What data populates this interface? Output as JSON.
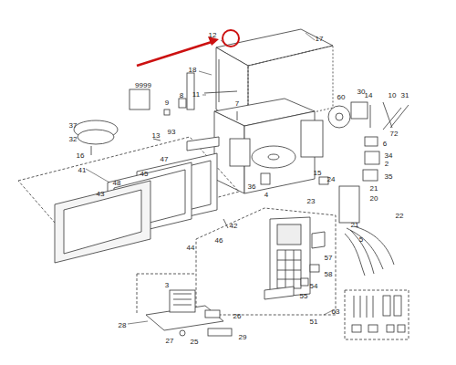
{
  "diagram": {
    "labels": [
      "12",
      "17",
      "18",
      "9999",
      "11",
      "7",
      "8",
      "9",
      "60",
      "14",
      "10",
      "31",
      "30",
      "37",
      "13",
      "93",
      "32",
      "16",
      "72",
      "6",
      "34",
      "2",
      "4",
      "47",
      "45",
      "48",
      "43",
      "41",
      "36",
      "15",
      "24",
      "35",
      "23",
      "21",
      "20",
      "22",
      "21",
      "5",
      "57",
      "42",
      "46",
      "44",
      "58",
      "54",
      "55",
      "3",
      "26",
      "28",
      "27",
      "25",
      "29",
      "51",
      "63"
    ]
  }
}
